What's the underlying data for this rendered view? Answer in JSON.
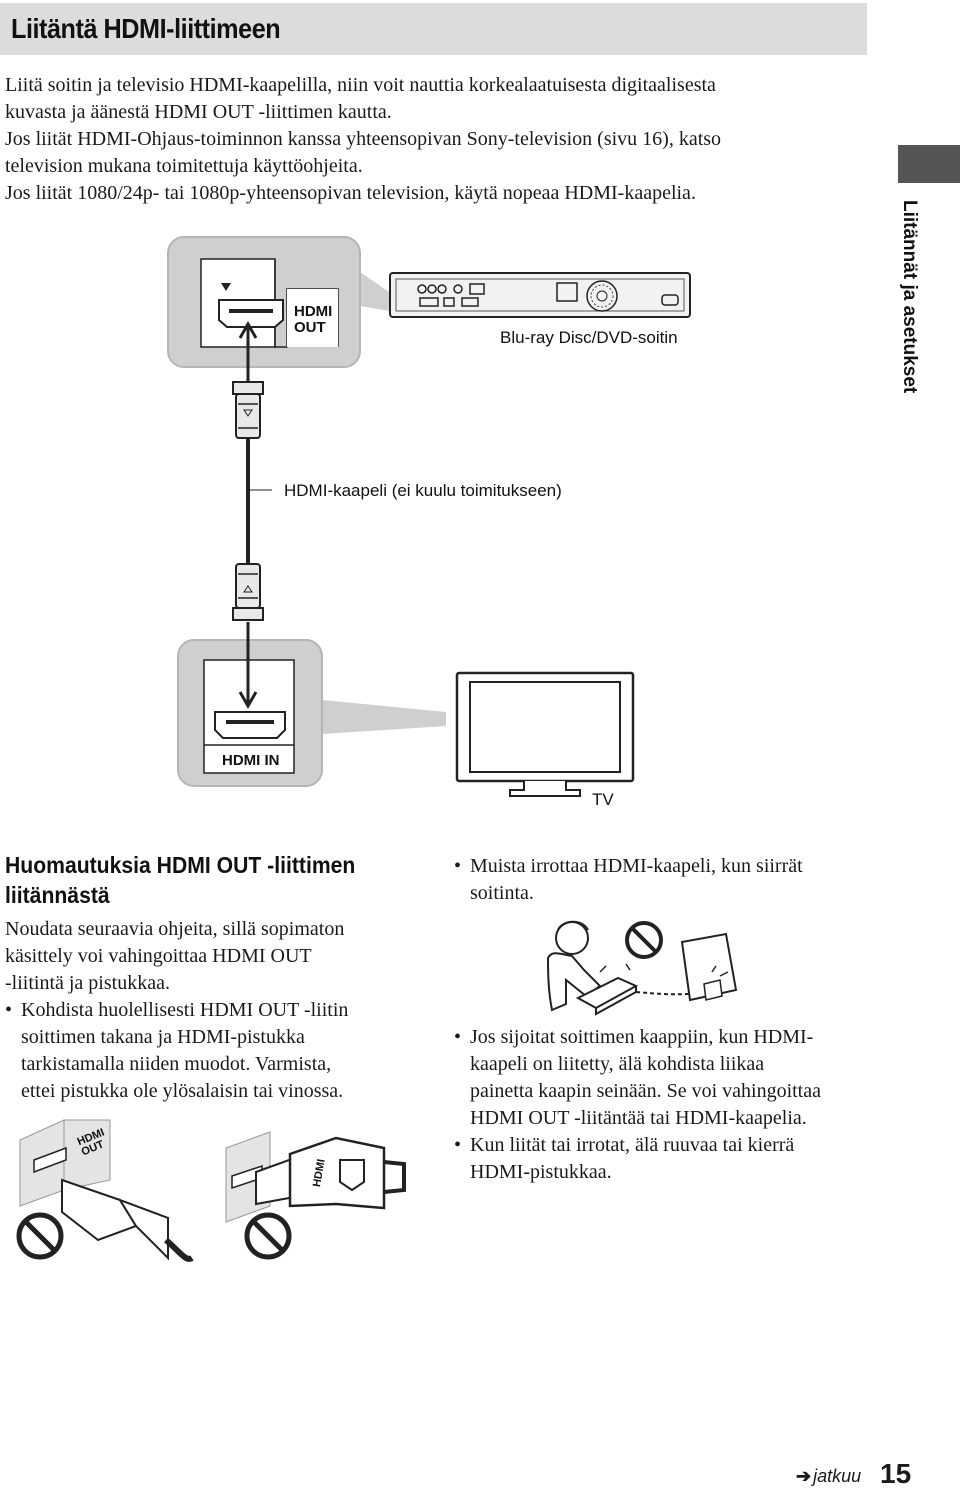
{
  "title": "Liitäntä HDMI-liittimeen",
  "intro": [
    "Liitä soitin ja televisio HDMI-kaapelilla, niin voit nauttia korkealaatuisesta digitaalisesta",
    "kuvasta ja äänestä HDMI OUT -liittimen kautta.",
    "Jos liität HDMI-Ohjaus-toiminnon kanssa yhteensopivan Sony-television (sivu 16), katso",
    "television mukana toimitettuja käyttöohjeita.",
    "Jos liität 1080/24p- tai 1080p-yhteensopivan television, käytä nopeaa HDMI-kaapelia."
  ],
  "side_label": "Liitännät ja asetukset",
  "diagram": {
    "hdmi_out_line1": "HDMI",
    "hdmi_out_line2": "OUT",
    "player_label": "Blu-ray Disc/DVD-soitin",
    "cable_label": "HDMI-kaapeli (ei kuulu toimitukseen)",
    "hdmi_in_label": "HDMI IN",
    "tv_label": "TV",
    "fig_hdmi_line1": "HDMI",
    "fig_hdmi_line2": "OUT",
    "plug_text": "HDMI"
  },
  "notes": {
    "heading_line1": "Huomautuksia HDMI OUT -liittimen",
    "heading_line2": "liitännästä",
    "intro": [
      "Noudata seuraavia ohjeita, sillä sopimaton",
      "käsittely voi vahingoittaa HDMI OUT",
      "-liitintä ja pistukkaa."
    ],
    "bullet1": [
      "Kohdista huolellisesti HDMI OUT -liitin",
      "soittimen takana ja HDMI-pistukka",
      "tarkistamalla niiden muodot. Varmista,",
      "ettei pistukka ole ylösalaisin tai vinossa."
    ],
    "bullet2": [
      "Muista irrottaa HDMI-kaapeli, kun siirrät",
      "soitinta."
    ],
    "bullet3": [
      "Jos sijoitat soittimen kaappiin, kun HDMI-",
      "kaapeli on liitetty, älä kohdista liikaa",
      "painetta kaapin seinään. Se voi vahingoittaa",
      "HDMI OUT -liitäntää tai HDMI-kaapelia."
    ],
    "bullet4": [
      "Kun liität tai irrotat, älä ruuvaa tai kierrä",
      "HDMI-pistukkaa."
    ]
  },
  "footer": {
    "continue_label": "jatkuu",
    "page_number": "15"
  }
}
